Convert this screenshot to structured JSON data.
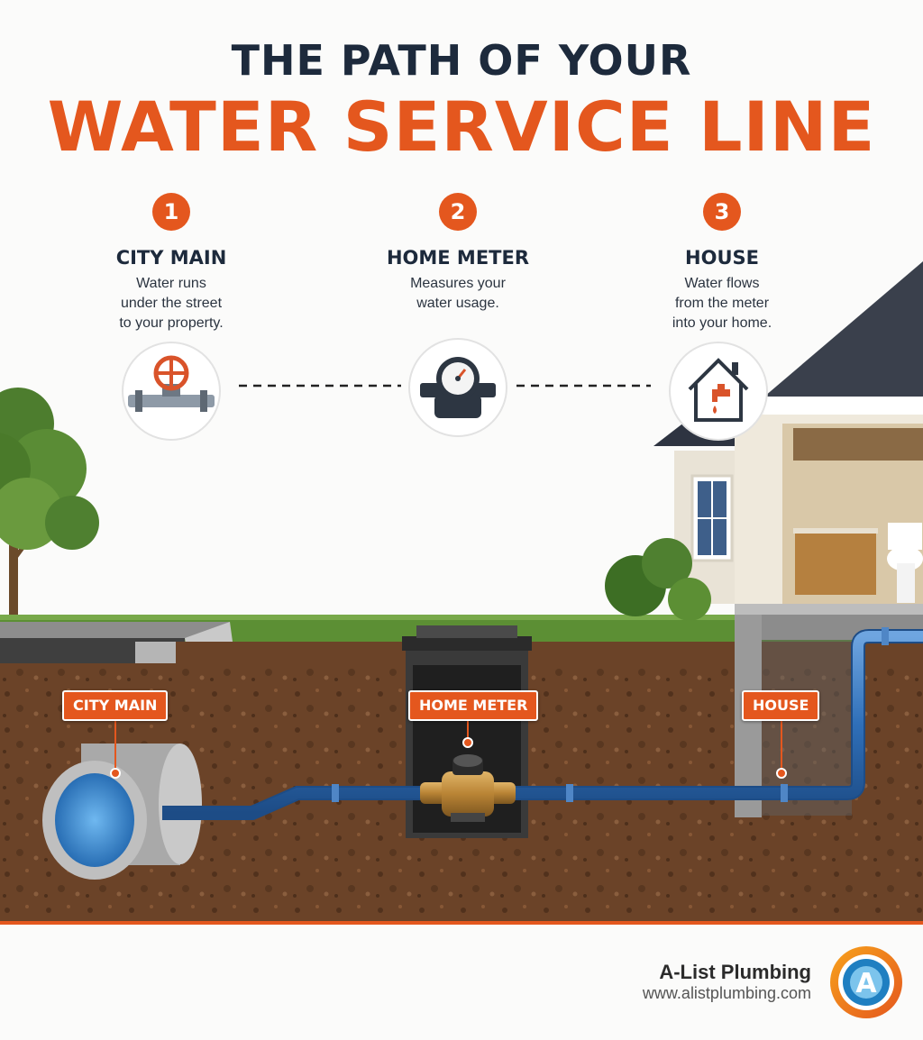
{
  "title": {
    "line1": "THE PATH OF YOUR",
    "line2": "WATER SERVICE LINE"
  },
  "steps": [
    {
      "number": "1",
      "title": "CITY MAIN",
      "desc_lines": [
        "Water runs",
        "under the street",
        "to your property."
      ],
      "icon": "valve-pipe-icon"
    },
    {
      "number": "2",
      "title": "HOME METER",
      "desc_lines": [
        "Measures your",
        "water usage."
      ],
      "icon": "water-meter-icon"
    },
    {
      "number": "3",
      "title": "HOUSE",
      "desc_lines": [
        "Water flows",
        "from the meter",
        "into your home."
      ],
      "icon": "house-faucet-icon"
    }
  ],
  "labels": {
    "city_main": "CITY MAIN",
    "home_meter": "HOME METER",
    "house": "HOUSE"
  },
  "brand": {
    "name": "A-List Plumbing",
    "url": "www.alistplumbing.com",
    "logo_letter": "A"
  },
  "colors": {
    "accent": "#e4571e",
    "title_dark": "#1d2a3c",
    "pipe_blue": "#2f6fb8",
    "soil": "#6b4328"
  }
}
